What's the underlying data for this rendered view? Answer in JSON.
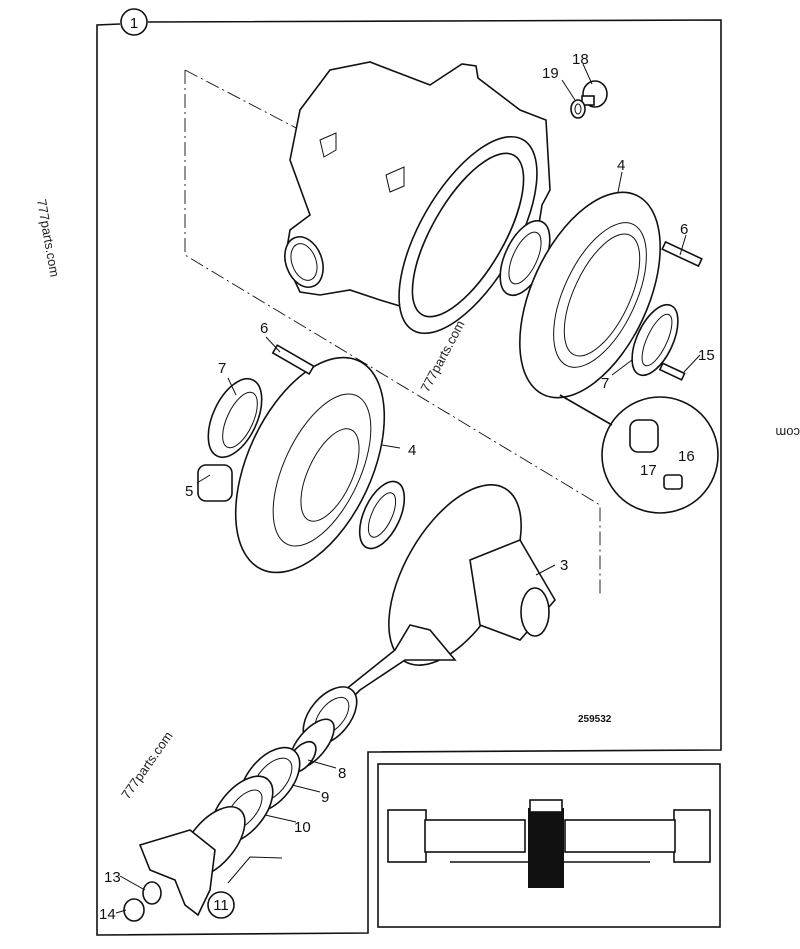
{
  "figure": {
    "number": "1",
    "drawing_number": "259532",
    "colors": {
      "ink": "#111111",
      "paper": "#ffffff"
    }
  },
  "callouts": {
    "c18": "18",
    "c19": "19",
    "c4a": "4",
    "c6a": "6",
    "c15": "15",
    "c7a": "7",
    "c6b": "6",
    "c7b": "7",
    "c4b": "4",
    "c5": "5",
    "c3": "3",
    "c17": "17",
    "c16": "16",
    "c8": "8",
    "c9": "9",
    "c10": "10",
    "c13": "13",
    "c14": "14",
    "c11": "11"
  },
  "watermarks": {
    "left": "777parts.com",
    "center": "777parts.com",
    "lower": "777parts.com",
    "right": "com"
  }
}
